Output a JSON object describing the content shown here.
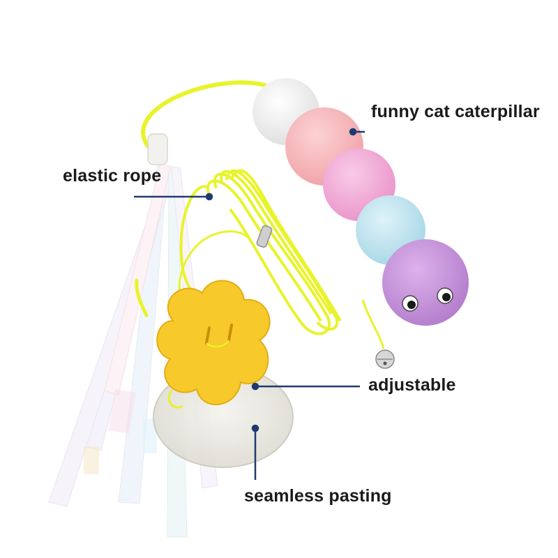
{
  "labels": {
    "caterpillar": "funny cat caterpillar",
    "elastic_rope": "elastic rope",
    "adjustable": "adjustable",
    "seamless_pasting": "seamless pasting"
  },
  "colors": {
    "background": "#ffffff",
    "rope": "#e8f32a",
    "pointer_line": "#1f3a6e",
    "felt_flower": "#f7c92a",
    "ball_white": "#f4f4f4",
    "ball_pink": "#f7b9bd",
    "ball_magenta": "#f3aed6",
    "ball_blue": "#bfe4ef",
    "ball_purple": "#c58fd8"
  }
}
